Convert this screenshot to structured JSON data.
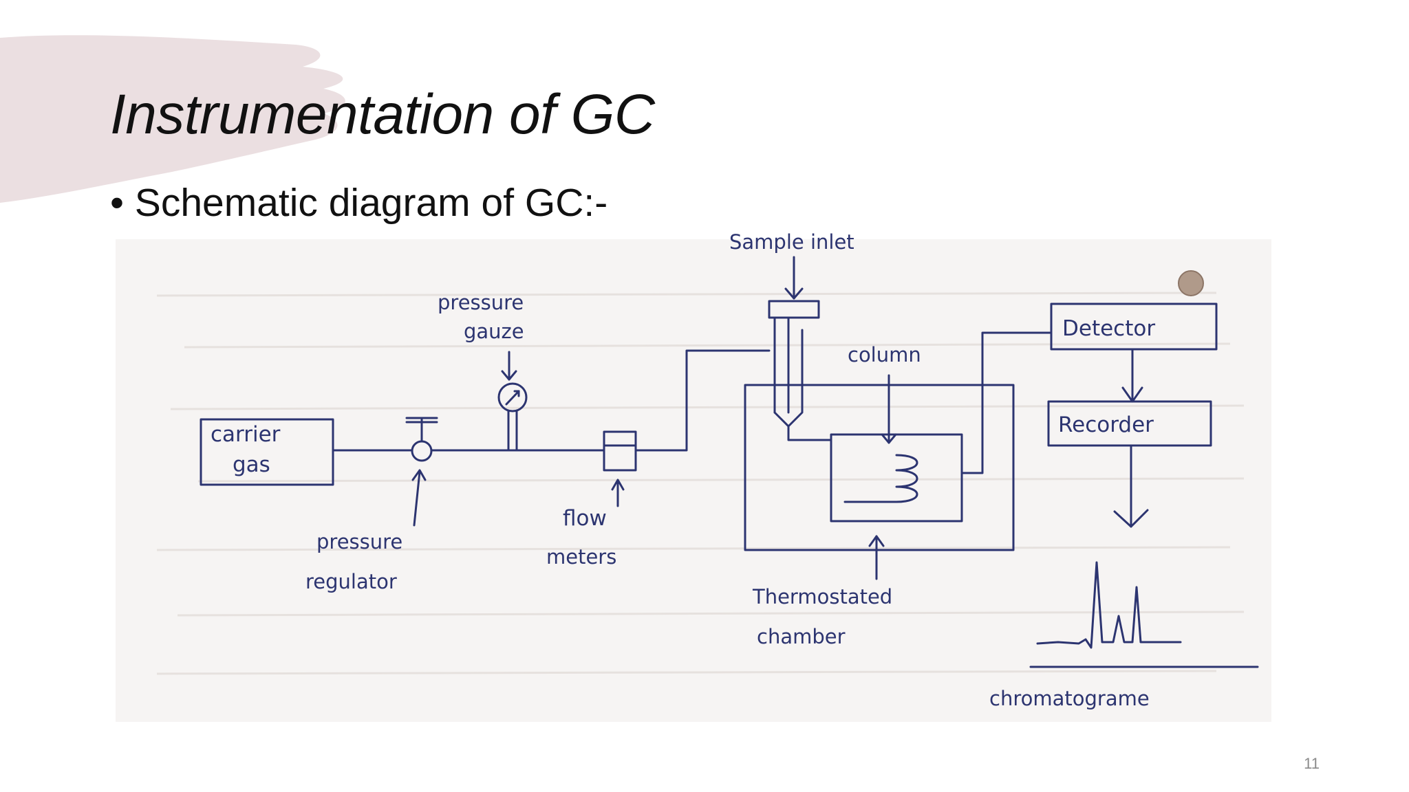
{
  "slide": {
    "title": "Instrumentation of GC",
    "bullet": "Schematic diagram of GC:-",
    "page_number": "11"
  },
  "diagram": {
    "labels": {
      "carrier_gas_line1": "carrier",
      "carrier_gas_line2": "gas",
      "pressure_gauze_line1": "pressure",
      "pressure_gauze_line2": "gauze",
      "pressure_regulator_line1": "pressure",
      "pressure_regulator_line2": "regulator",
      "flow_meters_line1": "flow",
      "flow_meters_line2": "meters",
      "sample_inlet": "Sample inlet",
      "column": "column",
      "detector": "Detector",
      "recorder": "Recorder",
      "thermostated_line1": "Thermostated",
      "thermostated_line2": "chamber",
      "chromatogram": "chromatograme"
    }
  },
  "colors": {
    "ink": "#2c3470",
    "paper": "#f6f4f3",
    "brush": "#ebdfe1",
    "dot": "#b09a8a"
  }
}
